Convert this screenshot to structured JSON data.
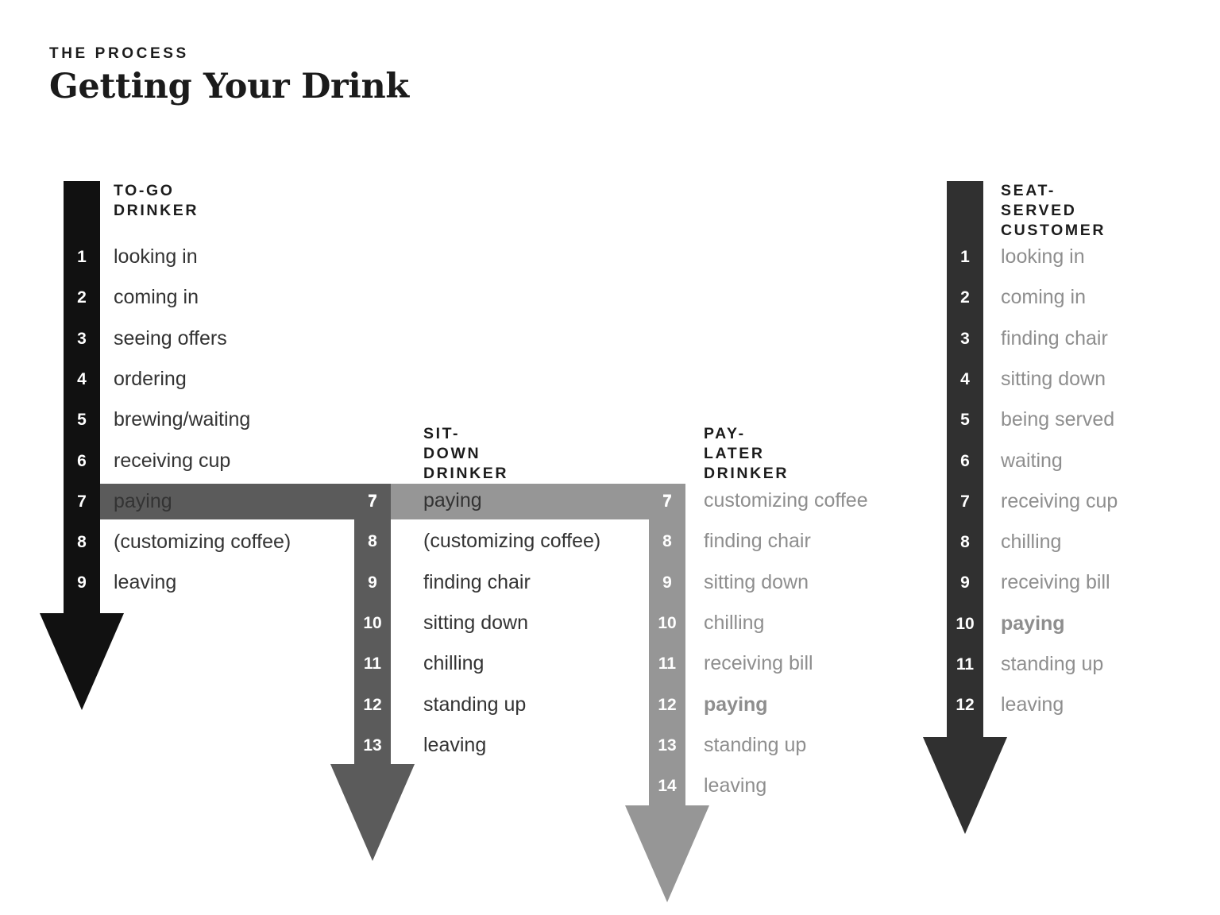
{
  "title": {
    "eyebrow": "THE PROCESS",
    "heading": "Getting Your Drink"
  },
  "colors": {
    "arrow_togo": "#111111",
    "arrow_sitdown": "#5b5b5b",
    "arrow_paylater": "#969696",
    "arrow_seatserved": "#303030",
    "text_togo": "#333333",
    "text_sitdown": "#333333",
    "text_paylater": "#8e8e8e",
    "text_seatserved": "#8e8e8e",
    "header": "#1c1c1c",
    "connector_1_2": "#5b5b5b",
    "connector_2_3": "#969696",
    "background": "#ffffff"
  },
  "columns": [
    {
      "id": "to-go-drinker",
      "header": "TO-GO\nDRINKER",
      "steps": [
        {
          "n": "1",
          "label": "looking in",
          "bold": false
        },
        {
          "n": "2",
          "label": "coming in",
          "bold": false
        },
        {
          "n": "3",
          "label": "seeing offers",
          "bold": false
        },
        {
          "n": "4",
          "label": "ordering",
          "bold": false
        },
        {
          "n": "5",
          "label": "brewing/waiting",
          "bold": false
        },
        {
          "n": "6",
          "label": "receiving cup",
          "bold": false
        },
        {
          "n": "7",
          "label": "paying",
          "bold": false
        },
        {
          "n": "8",
          "label": "(customizing coffee)",
          "bold": false
        },
        {
          "n": "9",
          "label": "leaving",
          "bold": false
        }
      ]
    },
    {
      "id": "sit-down-drinker",
      "header": "SIT-DOWN\nDRINKER",
      "steps": [
        {
          "n": "7",
          "label": "paying",
          "bold": false
        },
        {
          "n": "8",
          "label": "(customizing coffee)",
          "bold": false
        },
        {
          "n": "9",
          "label": "finding chair",
          "bold": false
        },
        {
          "n": "10",
          "label": "sitting down",
          "bold": false
        },
        {
          "n": "11",
          "label": "chilling",
          "bold": false
        },
        {
          "n": "12",
          "label": "standing up",
          "bold": false
        },
        {
          "n": "13",
          "label": "leaving",
          "bold": false
        }
      ]
    },
    {
      "id": "pay-later-drinker",
      "header": "PAY-LATER\nDRINKER",
      "steps": [
        {
          "n": "7",
          "label": "customizing coffee",
          "bold": false
        },
        {
          "n": "8",
          "label": "finding chair",
          "bold": false
        },
        {
          "n": "9",
          "label": "sitting down",
          "bold": false
        },
        {
          "n": "10",
          "label": "chilling",
          "bold": false
        },
        {
          "n": "11",
          "label": "receiving bill",
          "bold": false
        },
        {
          "n": "12",
          "label": "paying",
          "bold": true
        },
        {
          "n": "13",
          "label": "standing up",
          "bold": false
        },
        {
          "n": "14",
          "label": "leaving",
          "bold": false
        }
      ]
    },
    {
      "id": "seat-served-customer",
      "header": "SEAT-SERVED\nCUSTOMER",
      "steps": [
        {
          "n": "1",
          "label": "looking in",
          "bold": false
        },
        {
          "n": "2",
          "label": "coming in",
          "bold": false
        },
        {
          "n": "3",
          "label": "finding chair",
          "bold": false
        },
        {
          "n": "4",
          "label": "sitting down",
          "bold": false
        },
        {
          "n": "5",
          "label": "being served",
          "bold": false
        },
        {
          "n": "6",
          "label": "waiting",
          "bold": false
        },
        {
          "n": "7",
          "label": "receiving cup",
          "bold": false
        },
        {
          "n": "8",
          "label": "chilling",
          "bold": false
        },
        {
          "n": "9",
          "label": "receiving bill",
          "bold": false
        },
        {
          "n": "10",
          "label": "paying",
          "bold": true
        },
        {
          "n": "11",
          "label": "standing up",
          "bold": false
        },
        {
          "n": "12",
          "label": "leaving",
          "bold": false
        }
      ]
    }
  ],
  "connectors": [
    {
      "id": "connector-togo-to-sitdown",
      "echo_number": "7"
    },
    {
      "id": "connector-sitdown-to-paylater",
      "echo_number": "7"
    }
  ]
}
